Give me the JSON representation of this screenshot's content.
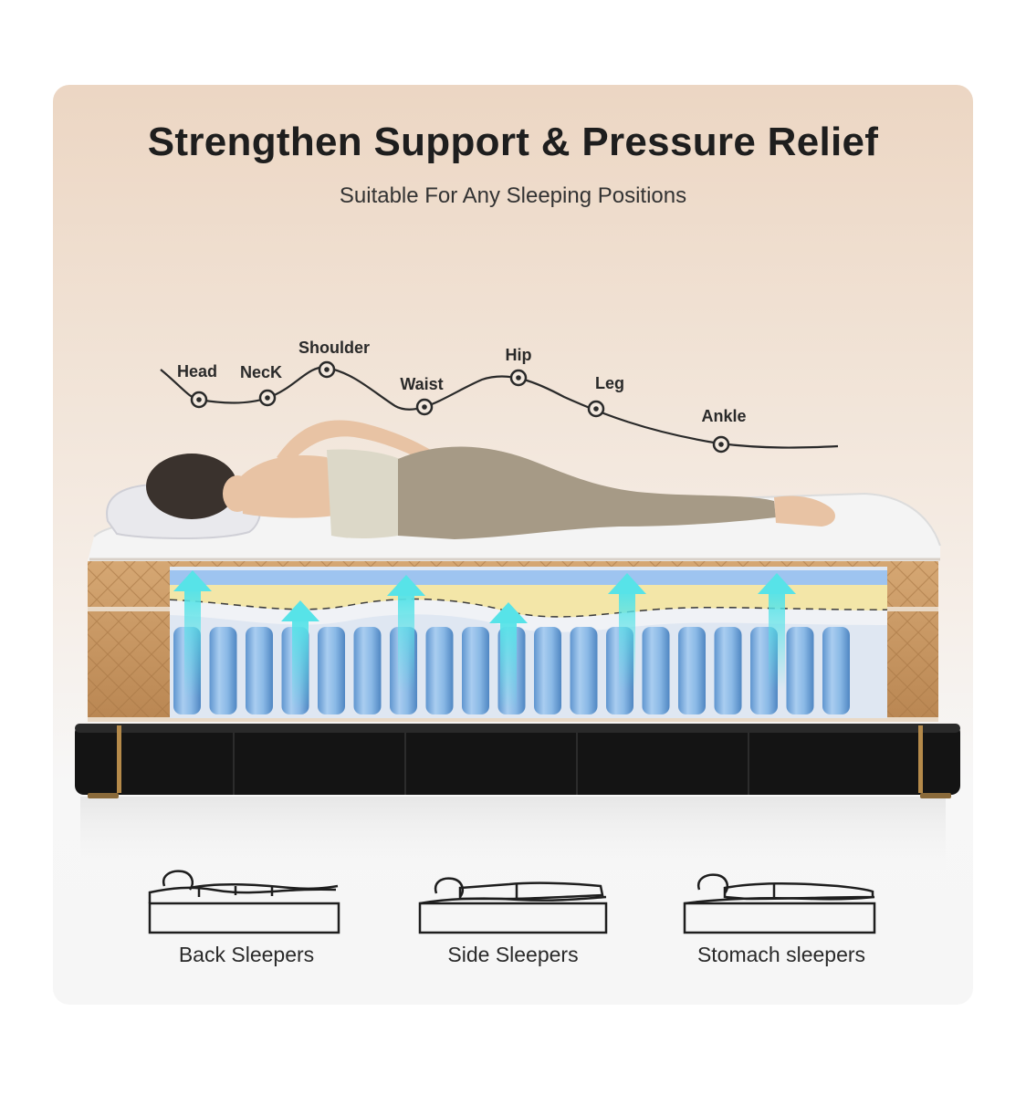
{
  "header": {
    "title": "Strengthen Support & Pressure Relief",
    "subtitle": "Suitable For Any Sleeping Positions"
  },
  "body_points": [
    {
      "label": "Head"
    },
    {
      "label": "NecK"
    },
    {
      "label": "Shoulder"
    },
    {
      "label": "Waist"
    },
    {
      "label": "Hip"
    },
    {
      "label": "Leg"
    },
    {
      "label": "Ankle"
    }
  ],
  "sleep_positions": [
    {
      "label": "Back Sleepers"
    },
    {
      "label": "Side Sleepers"
    },
    {
      "label": "Stomach sleepers"
    }
  ],
  "colors": {
    "card_top": "#ecd6c3",
    "card_bottom": "#f6f6f6",
    "coil_blue": "#7fb0e2",
    "arrow_cyan": "#5ee3e6",
    "comfort_foam": "#f3e6a8",
    "side_panel": "#c9955e",
    "base": "#111111"
  }
}
